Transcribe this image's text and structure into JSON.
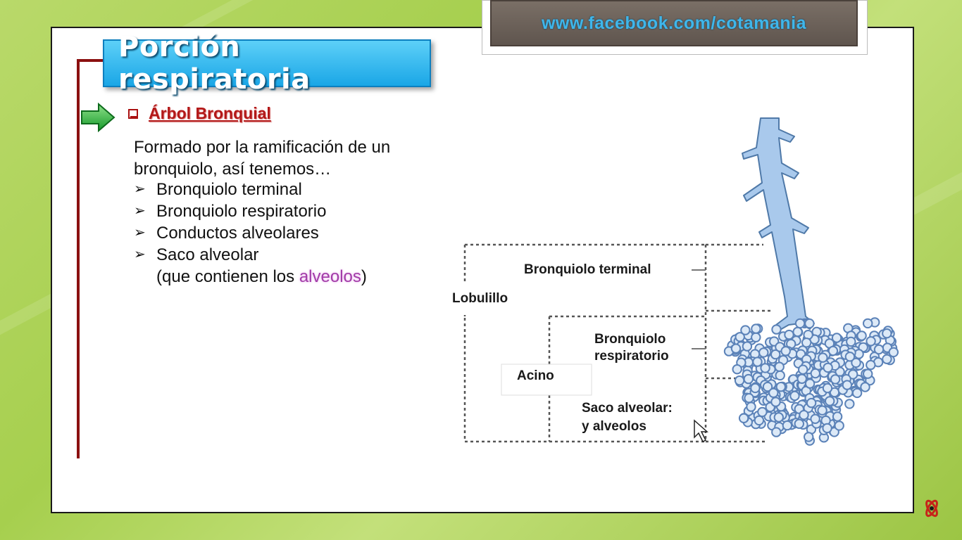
{
  "banner": {
    "text": "www.facebook.com/cotamania"
  },
  "title": "Porción respiratoria",
  "subtitle": "Árbol Bronquial",
  "intro": "Formado por la ramificación de un bronquiolo, así tenemos…",
  "bullets": [
    "Bronquiolo terminal",
    "Bronquiolo respiratorio",
    "Conductos alveolares",
    "Saco alveolar"
  ],
  "note": {
    "prefix": "(que contienen los ",
    "highlight": "alveolos",
    "suffix": ")"
  },
  "diagram": {
    "lobulillo": "Lobulillo",
    "acino": "Acino",
    "bronquiolo_terminal": "Bronquiolo terminal",
    "bronquiolo_respiratorio": [
      "Bronquiolo",
      "respiratorio"
    ],
    "saco_alveolar": [
      "Saco alveolar:",
      "y alveolos"
    ]
  },
  "colors": {
    "title_bg": "#1aa6e6",
    "subtitle": "#b31818",
    "bracket": "#8b1010",
    "highlight": "#a23ba8",
    "banner_text": "#3fb6ea",
    "bronchus": "#a9c9ec",
    "alveoli": "#8fb3df"
  },
  "icons": {
    "arrow": "green-right-arrow-icon",
    "checkbox": "square-bullet-icon",
    "bullet": "arrowhead-bullet-icon",
    "logo": "atom-logo-icon"
  }
}
